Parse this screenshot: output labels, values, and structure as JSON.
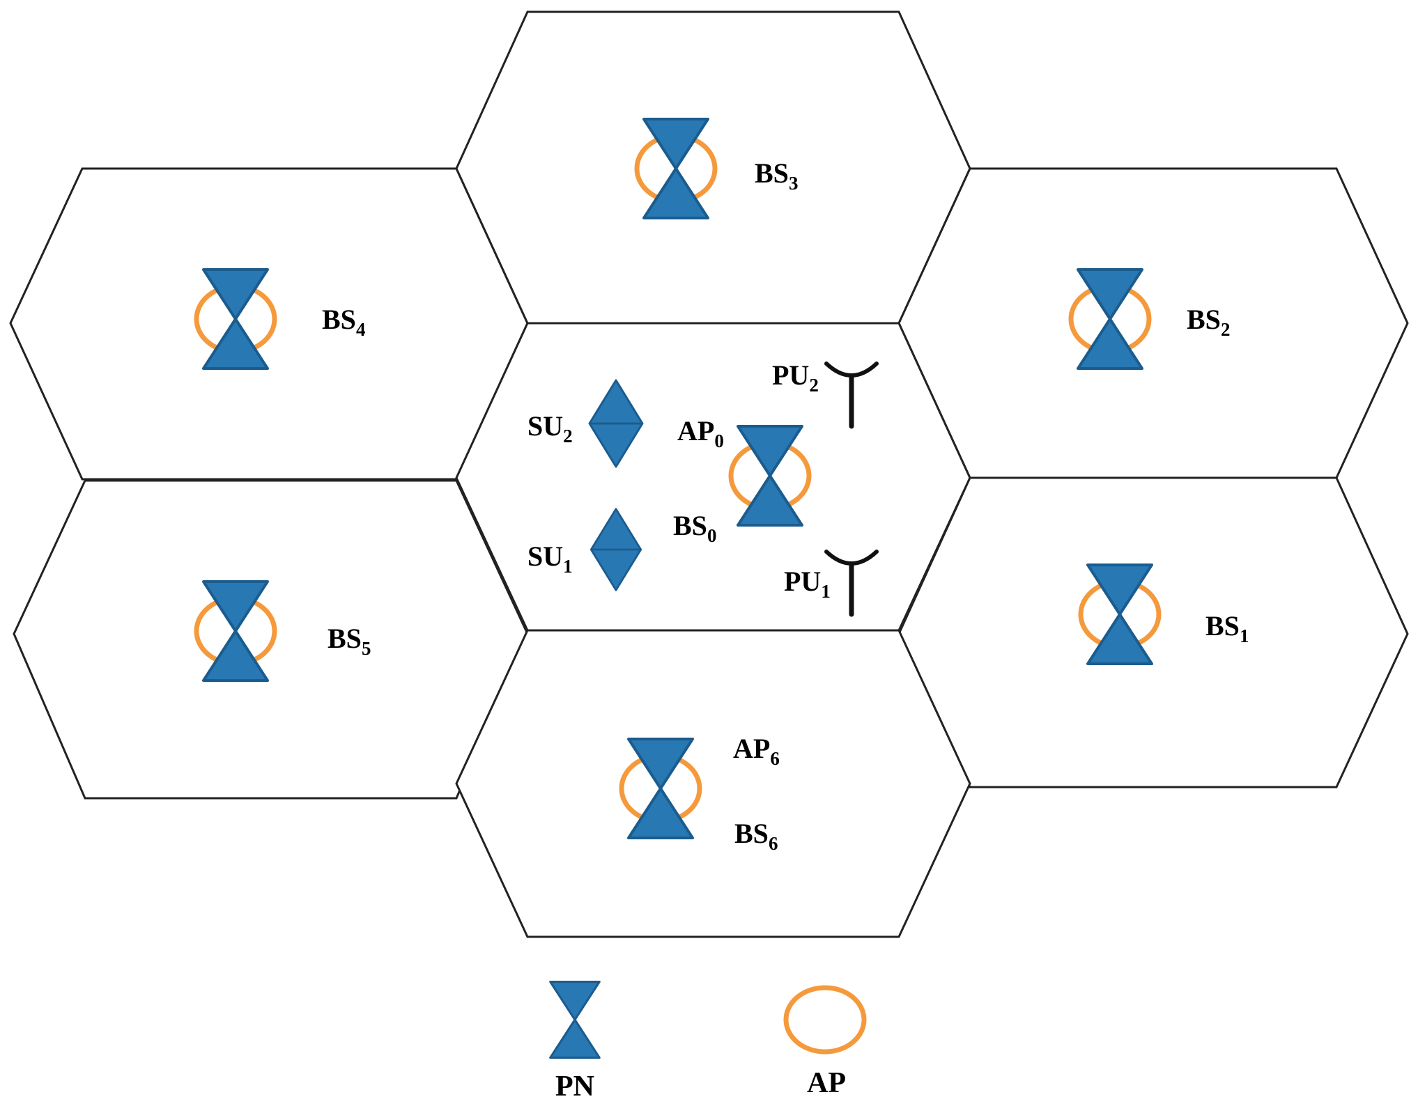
{
  "colors": {
    "pn_fill": "#2878b4",
    "pn_stroke": "#1b5c8e",
    "ap_ring": "#f59a3c",
    "cell_stroke": "#222222",
    "pu_antenna": "#111111"
  },
  "cells": [
    {
      "id": "bs4",
      "label": {
        "main": "BS",
        "sub": "4"
      }
    },
    {
      "id": "bs3",
      "label": {
        "main": "BS",
        "sub": "3"
      }
    },
    {
      "id": "bs2",
      "label": {
        "main": "BS",
        "sub": "2"
      }
    },
    {
      "id": "bs5",
      "label": {
        "main": "BS",
        "sub": "5"
      }
    },
    {
      "id": "bs0",
      "label": {
        "main": "BS",
        "sub": "0"
      },
      "ap_label": {
        "main": "AP",
        "sub": "0"
      }
    },
    {
      "id": "bs1",
      "label": {
        "main": "BS",
        "sub": "1"
      }
    },
    {
      "id": "bs6",
      "label": {
        "main": "BS",
        "sub": "6"
      },
      "ap_label": {
        "main": "AP",
        "sub": "6"
      }
    }
  ],
  "secondary_users": [
    {
      "main": "SU",
      "sub": "2"
    },
    {
      "main": "SU",
      "sub": "1"
    }
  ],
  "primary_users": [
    {
      "main": "PU",
      "sub": "2"
    },
    {
      "main": "PU",
      "sub": "1"
    }
  ],
  "legend": {
    "pn_label": "PN",
    "ap_label": "AP"
  }
}
